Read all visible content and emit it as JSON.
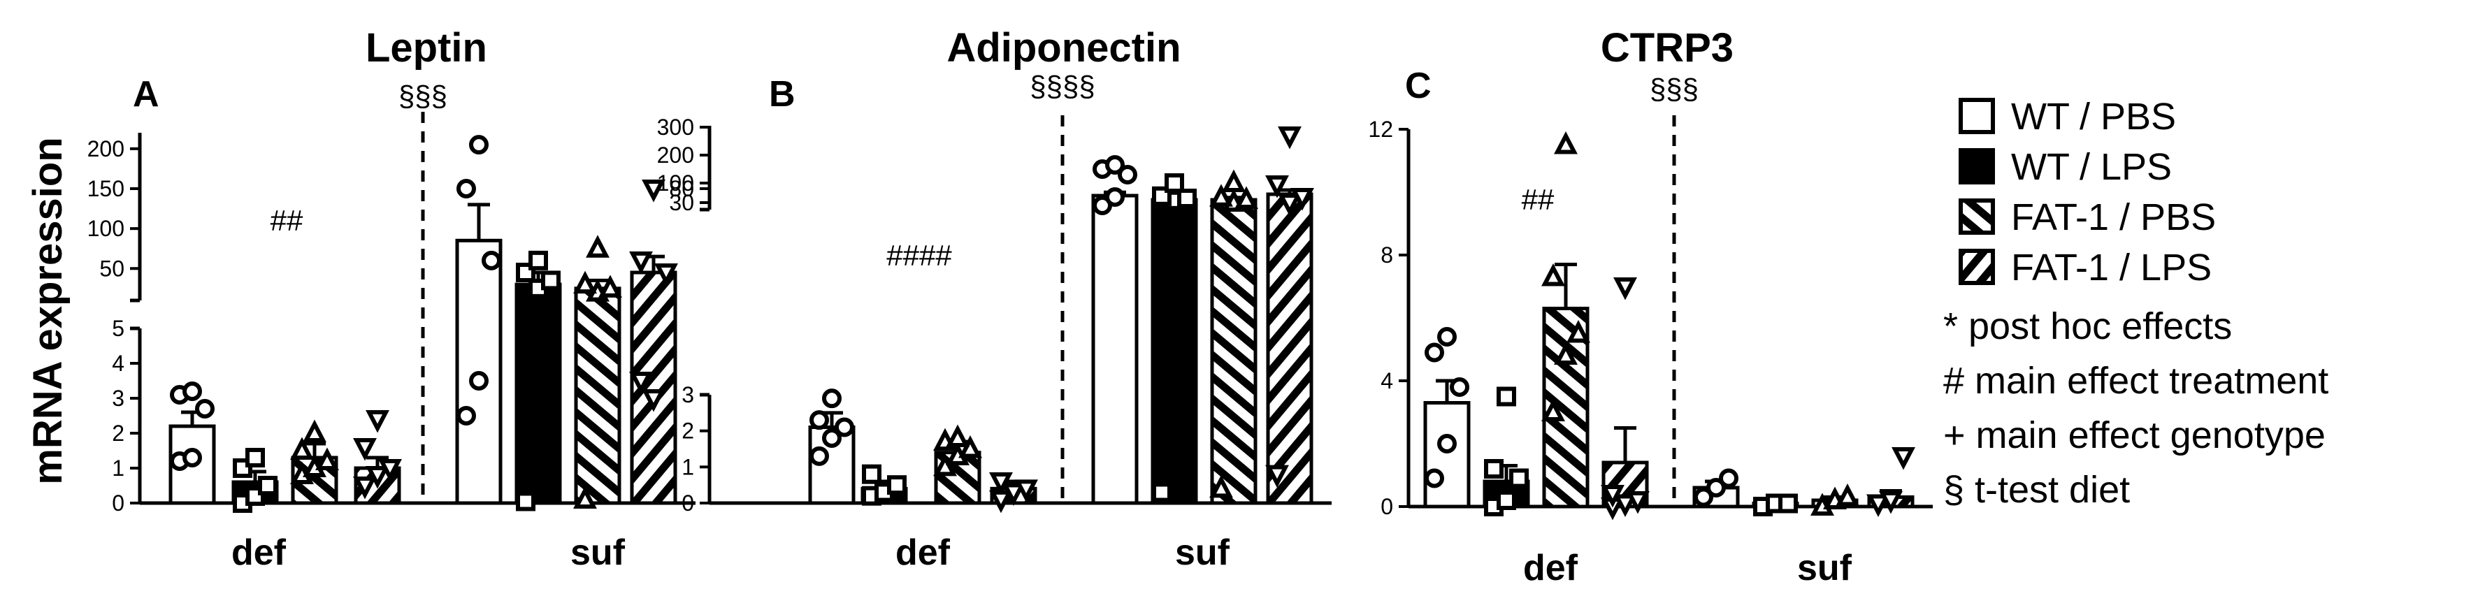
{
  "chart_data": {
    "type": "bar",
    "ylabel": "mRNA expression",
    "group_labels": [
      "WT / PBS",
      "WT / LPS",
      "FAT-1 / PBS",
      "FAT-1 / LPS"
    ],
    "legend_notes": [
      "* post hoc effects",
      "# main effect treatment",
      "+ main effect genotype",
      "§ t-test diet"
    ],
    "panels": [
      {
        "letter": "A",
        "title": "Leptin",
        "diet_categories": [
          "def",
          "suf"
        ],
        "axis": {
          "lower": {
            "range": [
              0,
              5
            ],
            "ticks": [
              "0",
              "1",
              "2",
              "3",
              "4",
              "5"
            ]
          },
          "upper": {
            "range": [
              10,
              220
            ],
            "ticks": [
              "50",
              "100",
              "150",
              "200"
            ]
          }
        },
        "annotations": [
          {
            "text": "##",
            "diet": "def"
          },
          {
            "text": "§§§",
            "at": "divider"
          }
        ],
        "series": [
          {
            "name": "WT / PBS",
            "values": [
              2.2,
              85
            ],
            "error": [
              0.4,
              45
            ],
            "points": [
              [
                1.2,
                1.3,
                2.7,
                3.1,
                3.2
              ],
              [
                2.5,
                3.5,
                60,
                150,
                205
              ]
            ]
          },
          {
            "name": "WT / LPS",
            "values": [
              0.6,
              30
            ],
            "error": [
              0.3,
              15
            ],
            "points": [
              [
                0.0,
                0.2,
                0.5,
                1.0,
                1.3
              ],
              [
                0.05,
                25,
                35,
                45,
                60
              ]
            ]
          },
          {
            "name": "FAT-1 / PBS",
            "values": [
              1.3,
              25
            ],
            "error": [
              0.4,
              10
            ],
            "points": [
              [
                0.8,
                1.0,
                1.2,
                1.5,
                2.0
              ],
              [
                0.1,
                20,
                25,
                30,
                75
              ]
            ]
          },
          {
            "name": "FAT-1 / LPS",
            "values": [
              1.0,
              45
            ],
            "error": [
              0.3,
              20
            ],
            "points": [
              [
                0.5,
                0.8,
                1.0,
                1.6,
                2.4
              ],
              [
                3.5,
                3.0,
                45,
                60,
                150
              ]
            ]
          }
        ]
      },
      {
        "letter": "B",
        "title": "Adiponectin",
        "diet_categories": [
          "def",
          "suf"
        ],
        "axis": {
          "lower": {
            "range": [
              0,
              3
            ],
            "ticks": [
              "0",
              "1",
              "2",
              "3"
            ]
          },
          "upper": {
            "range": [
              5,
              305
            ],
            "ticks": [
              "30",
              "80",
              "100",
              "200",
              "300"
            ]
          }
        },
        "annotations": [
          {
            "text": "####",
            "diet": "def"
          },
          {
            "text": "§§§§",
            "at": "divider"
          }
        ],
        "series": [
          {
            "name": "WT / PBS",
            "values": [
              2.1,
              55
            ],
            "error": [
              0.4,
              12
            ],
            "points": [
              [
                1.3,
                1.8,
                2.1,
                2.3,
                2.9
              ],
              [
                20,
                50,
                130,
                150,
                165
              ]
            ]
          },
          {
            "name": "WT / LPS",
            "values": [
              0.4,
              40
            ],
            "error": [
              0.2,
              8
            ],
            "points": [
              [
                0.2,
                0.3,
                0.5,
                0.8
              ],
              [
                0.3,
                38,
                45,
                53,
                100
              ]
            ]
          },
          {
            "name": "FAT-1 / PBS",
            "values": [
              1.4,
              40
            ],
            "error": [
              0.3,
              8
            ],
            "points": [
              [
                1.0,
                1.3,
                1.5,
                1.7,
                1.8
              ],
              [
                0.4,
                30,
                40,
                48,
                100
              ]
            ]
          },
          {
            "name": "FAT-1 / LPS",
            "values": [
              0.4,
              60
            ],
            "error": [
              0.2,
              15
            ],
            "points": [
              [
                0.1,
                0.3,
                0.4,
                0.6
              ],
              [
                0.8,
                30,
                50,
                95,
                270
              ]
            ]
          }
        ]
      },
      {
        "letter": "C",
        "title": "CTRP3",
        "diet_categories": [
          "def",
          "suf"
        ],
        "axis": {
          "range": [
            0,
            12
          ],
          "ticks": [
            "0",
            "4",
            "8",
            "12"
          ]
        },
        "annotations": [
          {
            "text": "##",
            "diet": "def"
          },
          {
            "text": "§§§",
            "at": "divider"
          }
        ],
        "series": [
          {
            "name": "WT / PBS",
            "values": [
              3.3,
              0.6
            ],
            "error": [
              0.7,
              0.2
            ],
            "points": [
              [
                0.9,
                2.0,
                3.8,
                4.9,
                5.4
              ],
              [
                0.3,
                0.6,
                0.9
              ]
            ]
          },
          {
            "name": "WT / LPS",
            "values": [
              0.8,
              0.1
            ],
            "error": [
              0.5,
              0.05
            ],
            "points": [
              [
                0.0,
                0.2,
                0.9,
                1.2,
                3.5
              ],
              [
                0.0,
                0.1,
                0.1
              ]
            ]
          },
          {
            "name": "FAT-1 / PBS",
            "values": [
              6.3,
              0.2
            ],
            "error": [
              1.4,
              0.1
            ],
            "points": [
              [
                3.0,
                4.8,
                5.5,
                7.3,
                11.5
              ],
              [
                0.0,
                0.2,
                0.3
              ]
            ]
          },
          {
            "name": "FAT-1 / LPS",
            "values": [
              1.4,
              0.3
            ],
            "error": [
              1.1,
              0.2
            ],
            "points": [
              [
                0.0,
                0.1,
                0.2,
                0.4,
                7.0
              ],
              [
                0.1,
                0.2,
                1.6
              ]
            ]
          }
        ]
      }
    ]
  }
}
